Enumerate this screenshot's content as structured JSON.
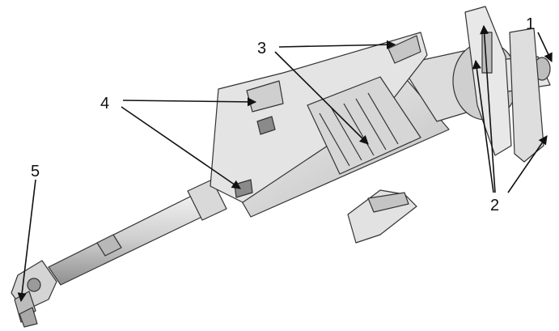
{
  "callouts": [
    {
      "id": "1",
      "label": "1"
    },
    {
      "id": "2",
      "label": "2"
    },
    {
      "id": "3",
      "label": "3"
    },
    {
      "id": "4",
      "label": "4"
    },
    {
      "id": "5",
      "label": "5"
    }
  ],
  "colors": {
    "background": "#ffffff",
    "part_light": "#e9e9e9",
    "part_mid": "#cfcfcf",
    "part_dark": "#9a9a9a",
    "outline": "#333333",
    "leader": "#111111"
  }
}
